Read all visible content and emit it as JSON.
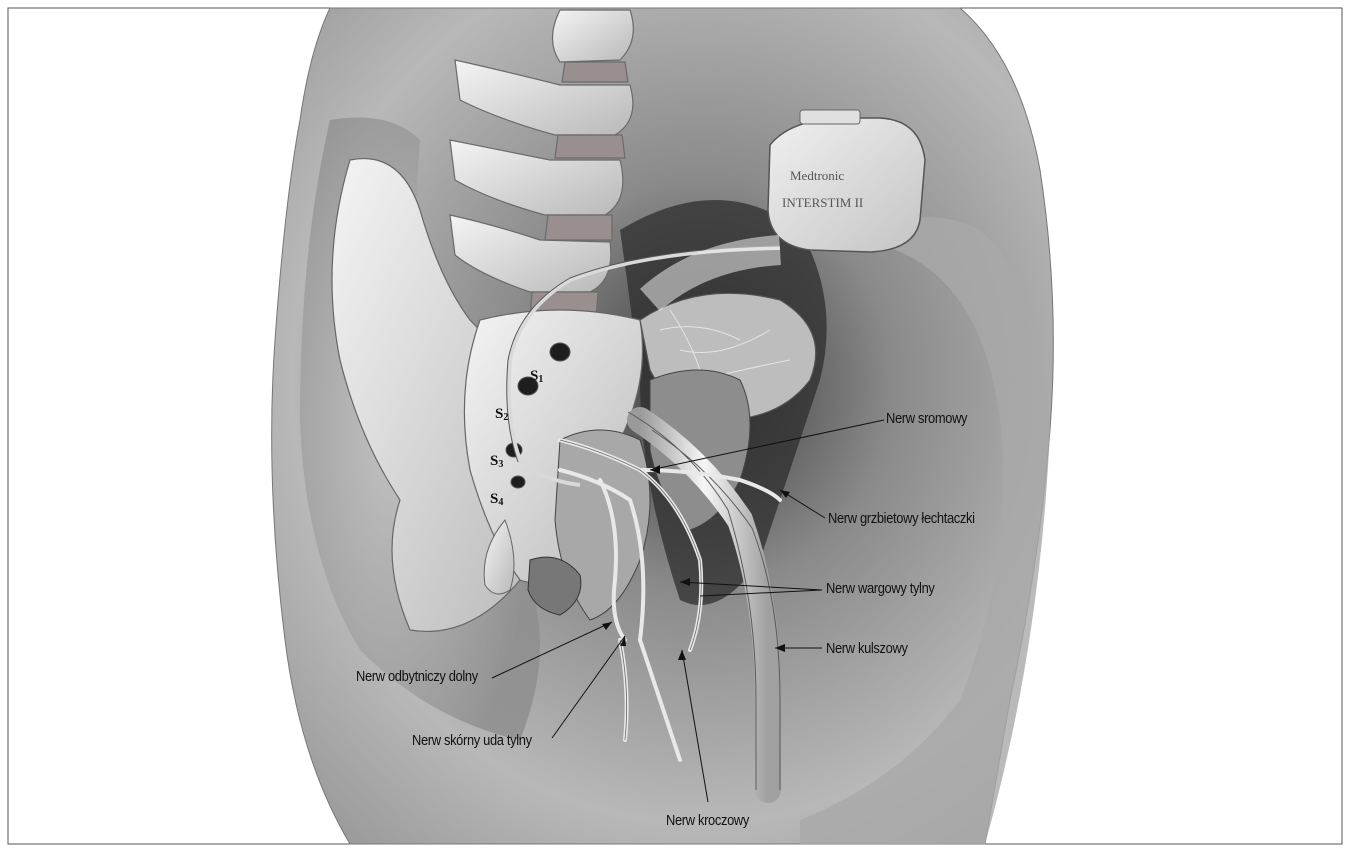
{
  "labels": {
    "pudendal": "Nerw sromowy",
    "dorsal_clitoral": "Nerw grzbietowy łechtaczki",
    "posterior_labial": "Nerw wargowy tylny",
    "sciatic": "Nerw kulszowy",
    "inferior_rectal": "Nerw odbytniczy dolny",
    "posterior_femoral_cutaneous": "Nerw skórny uda tylny",
    "perineal": "Nerw kroczowy"
  },
  "sacral_foramina": [
    {
      "letter": "S",
      "num": "1"
    },
    {
      "letter": "S",
      "num": "2"
    },
    {
      "letter": "S",
      "num": "3"
    },
    {
      "letter": "S",
      "num": "4"
    }
  ],
  "device": {
    "brand": "Medtronic",
    "model": "INTERSTIM II"
  }
}
